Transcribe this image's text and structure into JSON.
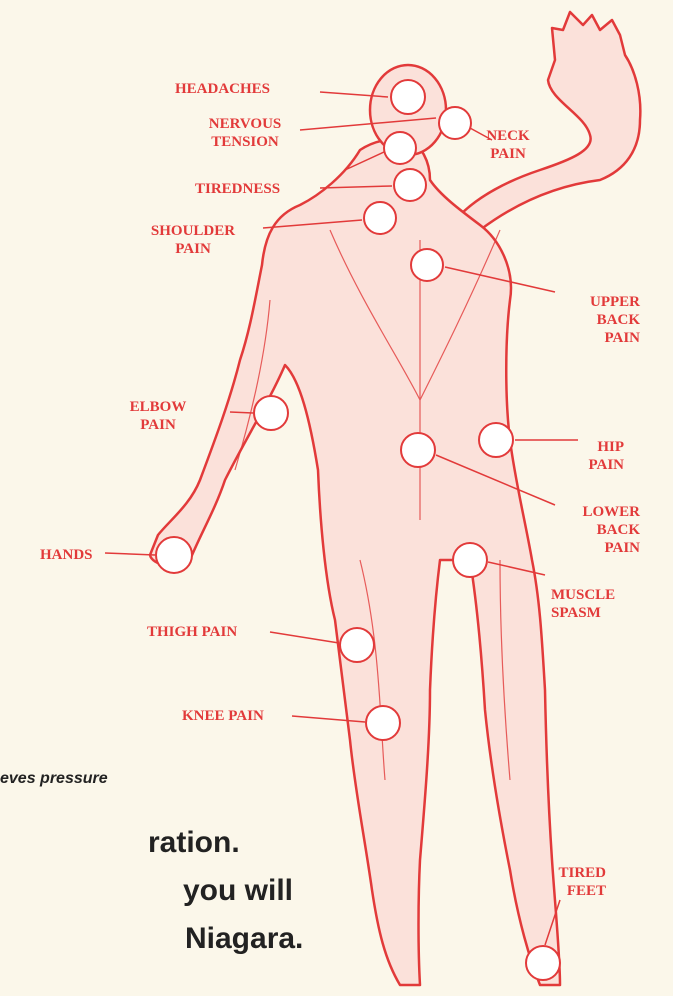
{
  "colors": {
    "ink": "#e23a3a",
    "paper": "#fbf7ea",
    "text": "#222222"
  },
  "labels": {
    "headaches": "HEADACHES",
    "nervous_tension": [
      "NERVOUS",
      "TENSION"
    ],
    "neck_pain": [
      "NECK",
      "PAIN"
    ],
    "tiredness": "TIREDNESS",
    "shoulder_pain": [
      "SHOULDER",
      "PAIN"
    ],
    "upper_back_pain": [
      "UPPER",
      "BACK",
      "PAIN"
    ],
    "elbow_pain": [
      "ELBOW",
      "PAIN"
    ],
    "hip_pain": [
      "HIP",
      "PAIN"
    ],
    "lower_back_pain": [
      "LOWER",
      "BACK",
      "PAIN"
    ],
    "hands": "HANDS",
    "muscle_spasm": [
      "MUSCLE",
      "SPASM"
    ],
    "thigh_pain": "THIGH PAIN",
    "knee_pain": "KNEE PAIN",
    "tired_feet": [
      "TIRED",
      "FEET"
    ]
  },
  "text": {
    "note": "eves pressure",
    "line1": "ration.",
    "line2": "you will",
    "line3": "Niagara."
  }
}
